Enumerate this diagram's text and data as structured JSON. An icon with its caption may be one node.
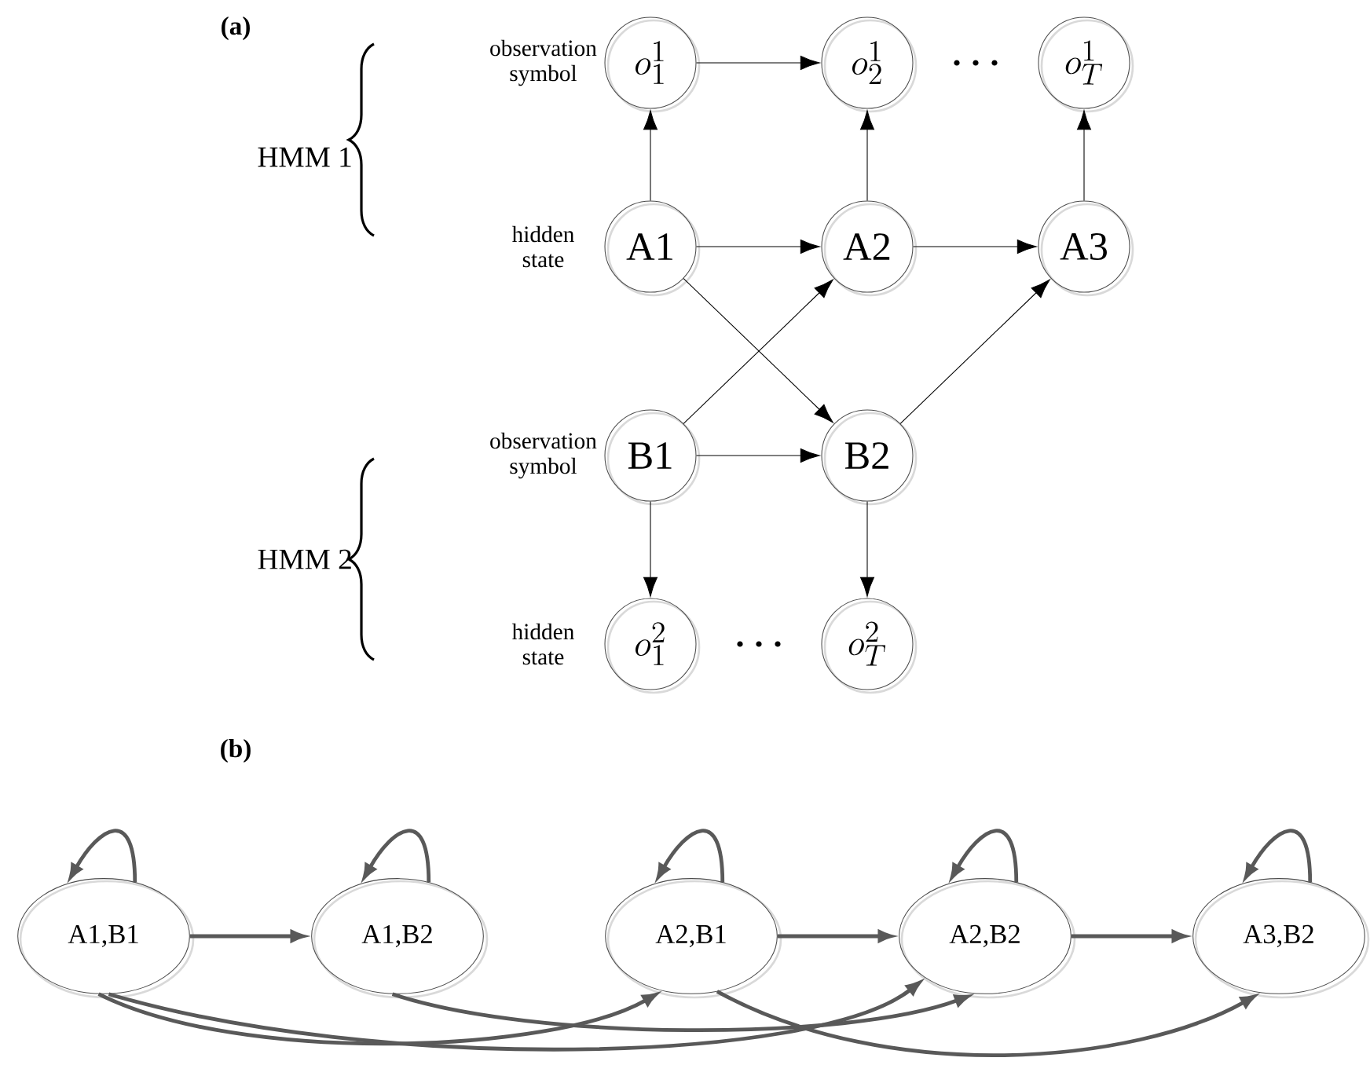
{
  "diagram": {
    "nodes": [
      {
        "text": [
          "o_{1}^{1}"
        ],
        "beside": [
          "observation symbol"
        ]
      },
      {
        "text": [
          "o_{2}^{1}"
        ]
      },
      {
        "text": [
          "o_{T}^{1}"
        ]
      },
      {
        "text": [
          "A1"
        ],
        "beside": [
          "hidden state"
        ]
      },
      {
        "text": [
          "A2"
        ]
      },
      {
        "text": [
          "A3"
        ]
      },
      {
        "text": [
          "B1"
        ],
        "beside": [
          "observation symbol"
        ]
      },
      {
        "text": [
          "B2"
        ]
      },
      {
        "text": [
          "o_{1}^{2}"
        ],
        "beside": [
          "hidden state"
        ]
      },
      {
        "text": [
          "o_{T}^{2}"
        ]
      },
      {
        "text": [
          "A1,B1"
        ]
      },
      {
        "text": [
          "A1,B2"
        ]
      },
      {
        "text": [
          "A2,B1"
        ]
      },
      {
        "text": [
          "A2,B2"
        ]
      },
      {
        "text": [
          "A3,B2"
        ]
      }
    ],
    "edges": [
      {
        "from": 3,
        "to": 0,
        "arrow": "to"
      },
      {
        "from": 4,
        "to": 1,
        "arrow": "to"
      },
      {
        "from": 5,
        "to": 2,
        "arrow": "to"
      },
      {
        "from": 0,
        "to": 1,
        "arrow": "to"
      },
      {
        "from": 3,
        "to": 4,
        "arrow": "to"
      },
      {
        "from": 4,
        "to": 5,
        "arrow": "to"
      },
      {
        "from": 3,
        "to": 7,
        "arrow": "to"
      },
      {
        "from": 6,
        "to": 4,
        "arrow": "to"
      },
      {
        "from": 7,
        "to": 5,
        "arrow": "to"
      },
      {
        "from": 6,
        "to": 7,
        "arrow": "to"
      },
      {
        "from": 6,
        "to": 8,
        "arrow": "to"
      },
      {
        "from": 7,
        "to": 9,
        "arrow": "to"
      },
      {
        "from": 10,
        "to": 10,
        "arrow": "to",
        "style": "thick",
        "color": "#595959"
      },
      {
        "from": 11,
        "to": 11,
        "arrow": "to",
        "style": "thick",
        "color": "#595959"
      },
      {
        "from": 12,
        "to": 12,
        "arrow": "to",
        "style": "thick",
        "color": "#595959"
      },
      {
        "from": 13,
        "to": 13,
        "arrow": "to",
        "style": "thick",
        "color": "#595959"
      },
      {
        "from": 14,
        "to": 14,
        "arrow": "to",
        "style": "thick",
        "color": "#595959"
      },
      {
        "from": 10,
        "to": 11,
        "arrow": "to",
        "style": "thick",
        "color": "#595959"
      },
      {
        "from": 12,
        "to": 13,
        "arrow": "to",
        "style": "thick",
        "color": "#595959"
      },
      {
        "from": 13,
        "to": 14,
        "arrow": "to",
        "style": "thick",
        "color": "#595959"
      },
      {
        "from": 10,
        "to": 12,
        "arrow": "to",
        "style": "thick",
        "color": "#595959"
      },
      {
        "from": 10,
        "to": 13,
        "arrow": "to",
        "style": "thick",
        "color": "#595959"
      },
      {
        "from": 11,
        "to": 13,
        "arrow": "to",
        "style": "thick",
        "color": "#595959"
      },
      {
        "from": 12,
        "to": 14,
        "arrow": "to",
        "style": "thick",
        "color": "#595959"
      }
    ],
    "labels": [
      "(a)",
      "HMM 1",
      "HMM 2",
      "(b)"
    ]
  }
}
